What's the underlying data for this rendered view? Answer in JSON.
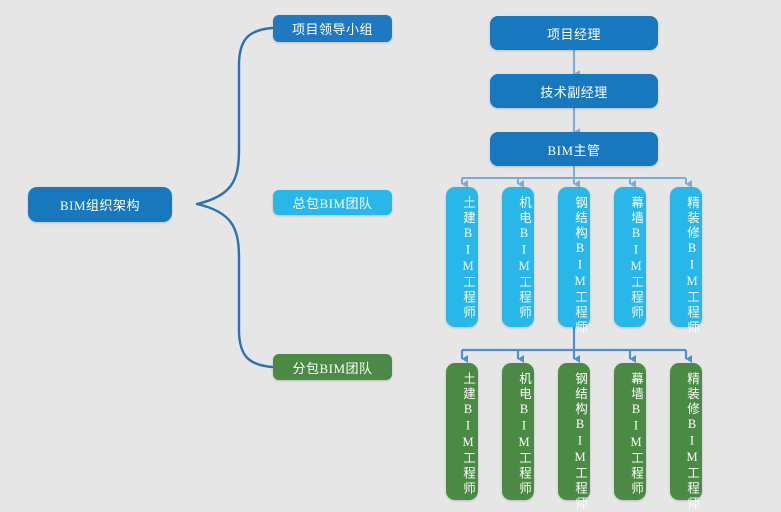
{
  "diagram": {
    "title": "BIM组织架构",
    "background_color": "#e6e6e6"
  },
  "colors": {
    "dark_blue": "#1878bd",
    "cyan": "#29b6e8",
    "green": "#4a8a45",
    "brace_blue": "#2a72b5",
    "arrow_light_blue": "#7badd8",
    "arrow_blue": "#4a90d9",
    "text_white": "#ffffff"
  },
  "root": {
    "label": "BIM组织架构"
  },
  "categories": [
    {
      "label": "项目领导小组",
      "color": "#1e79c1"
    },
    {
      "label": "总包BIM团队",
      "color": "#29b6e8"
    },
    {
      "label": "分包BIM团队",
      "color": "#4a8a45"
    }
  ],
  "chain": [
    {
      "label": "项目经理"
    },
    {
      "label": "技术副经理"
    },
    {
      "label": "BIM主管"
    }
  ],
  "general_contractor_team": [
    {
      "label": "土建BIM工程师"
    },
    {
      "label": "机电BIM工程师"
    },
    {
      "label": "钢结构BIM工程师"
    },
    {
      "label": "幕墙BIM工程师"
    },
    {
      "label": "精装修BIM工程师"
    }
  ],
  "subcontractor_team": [
    {
      "label": "土建BIM工程师"
    },
    {
      "label": "机电BIM工程师"
    },
    {
      "label": "钢结构BIM工程师"
    },
    {
      "label": "幕墙BIM工程师"
    },
    {
      "label": "精装修BIM工程师"
    }
  ]
}
